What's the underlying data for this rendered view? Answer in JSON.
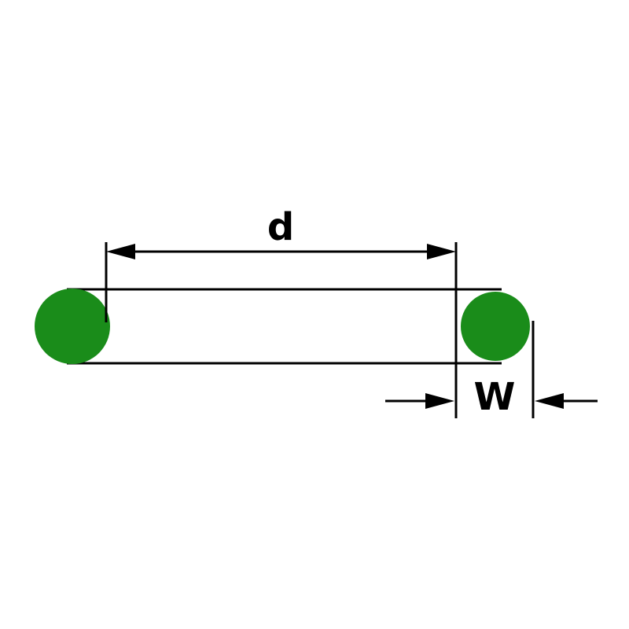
{
  "diagram": {
    "description": "O-ring cross-section dimension drawing",
    "labels": {
      "inner_diameter": "d",
      "cross_section_width": "W"
    },
    "colors": {
      "ring_fill": "#1a8c1a",
      "line": "#000000",
      "background": "#ffffff"
    }
  }
}
